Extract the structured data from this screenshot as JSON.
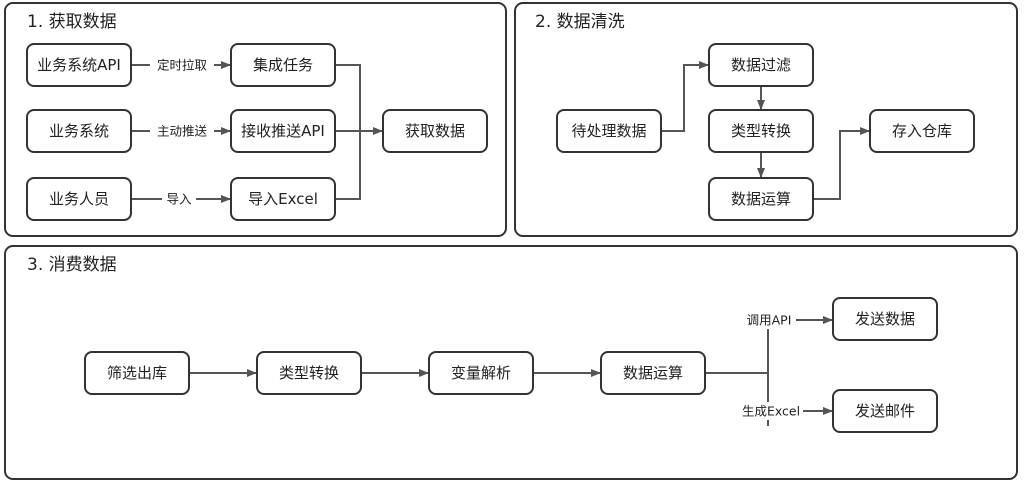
{
  "panels": {
    "acquire": {
      "title": "1. 获取数据"
    },
    "clean": {
      "title": "2. 数据清洗"
    },
    "consume": {
      "title": "3. 消费数据"
    }
  },
  "nodes": {
    "biz_api": "业务系统API",
    "biz_sys": "业务系统",
    "biz_staff": "业务人员",
    "integrate": "集成任务",
    "recv_api": "接收推送API",
    "import_excel": "导入Excel",
    "fetch": "获取数据",
    "pending": "待处理数据",
    "filter": "数据过滤",
    "type_conv_1": "类型转换",
    "compute_1": "数据运算",
    "store": "存入仓库",
    "screen": "筛选出库",
    "type_conv_2": "类型转换",
    "var_parse": "变量解析",
    "compute_2": "数据运算",
    "send_data": "发送数据",
    "send_mail": "发送邮件"
  },
  "edges": {
    "timed_pull": "定时拉取",
    "active_push": "主动推送",
    "import": "导入",
    "call_api": "调用API",
    "gen_excel": "生成Excel"
  }
}
